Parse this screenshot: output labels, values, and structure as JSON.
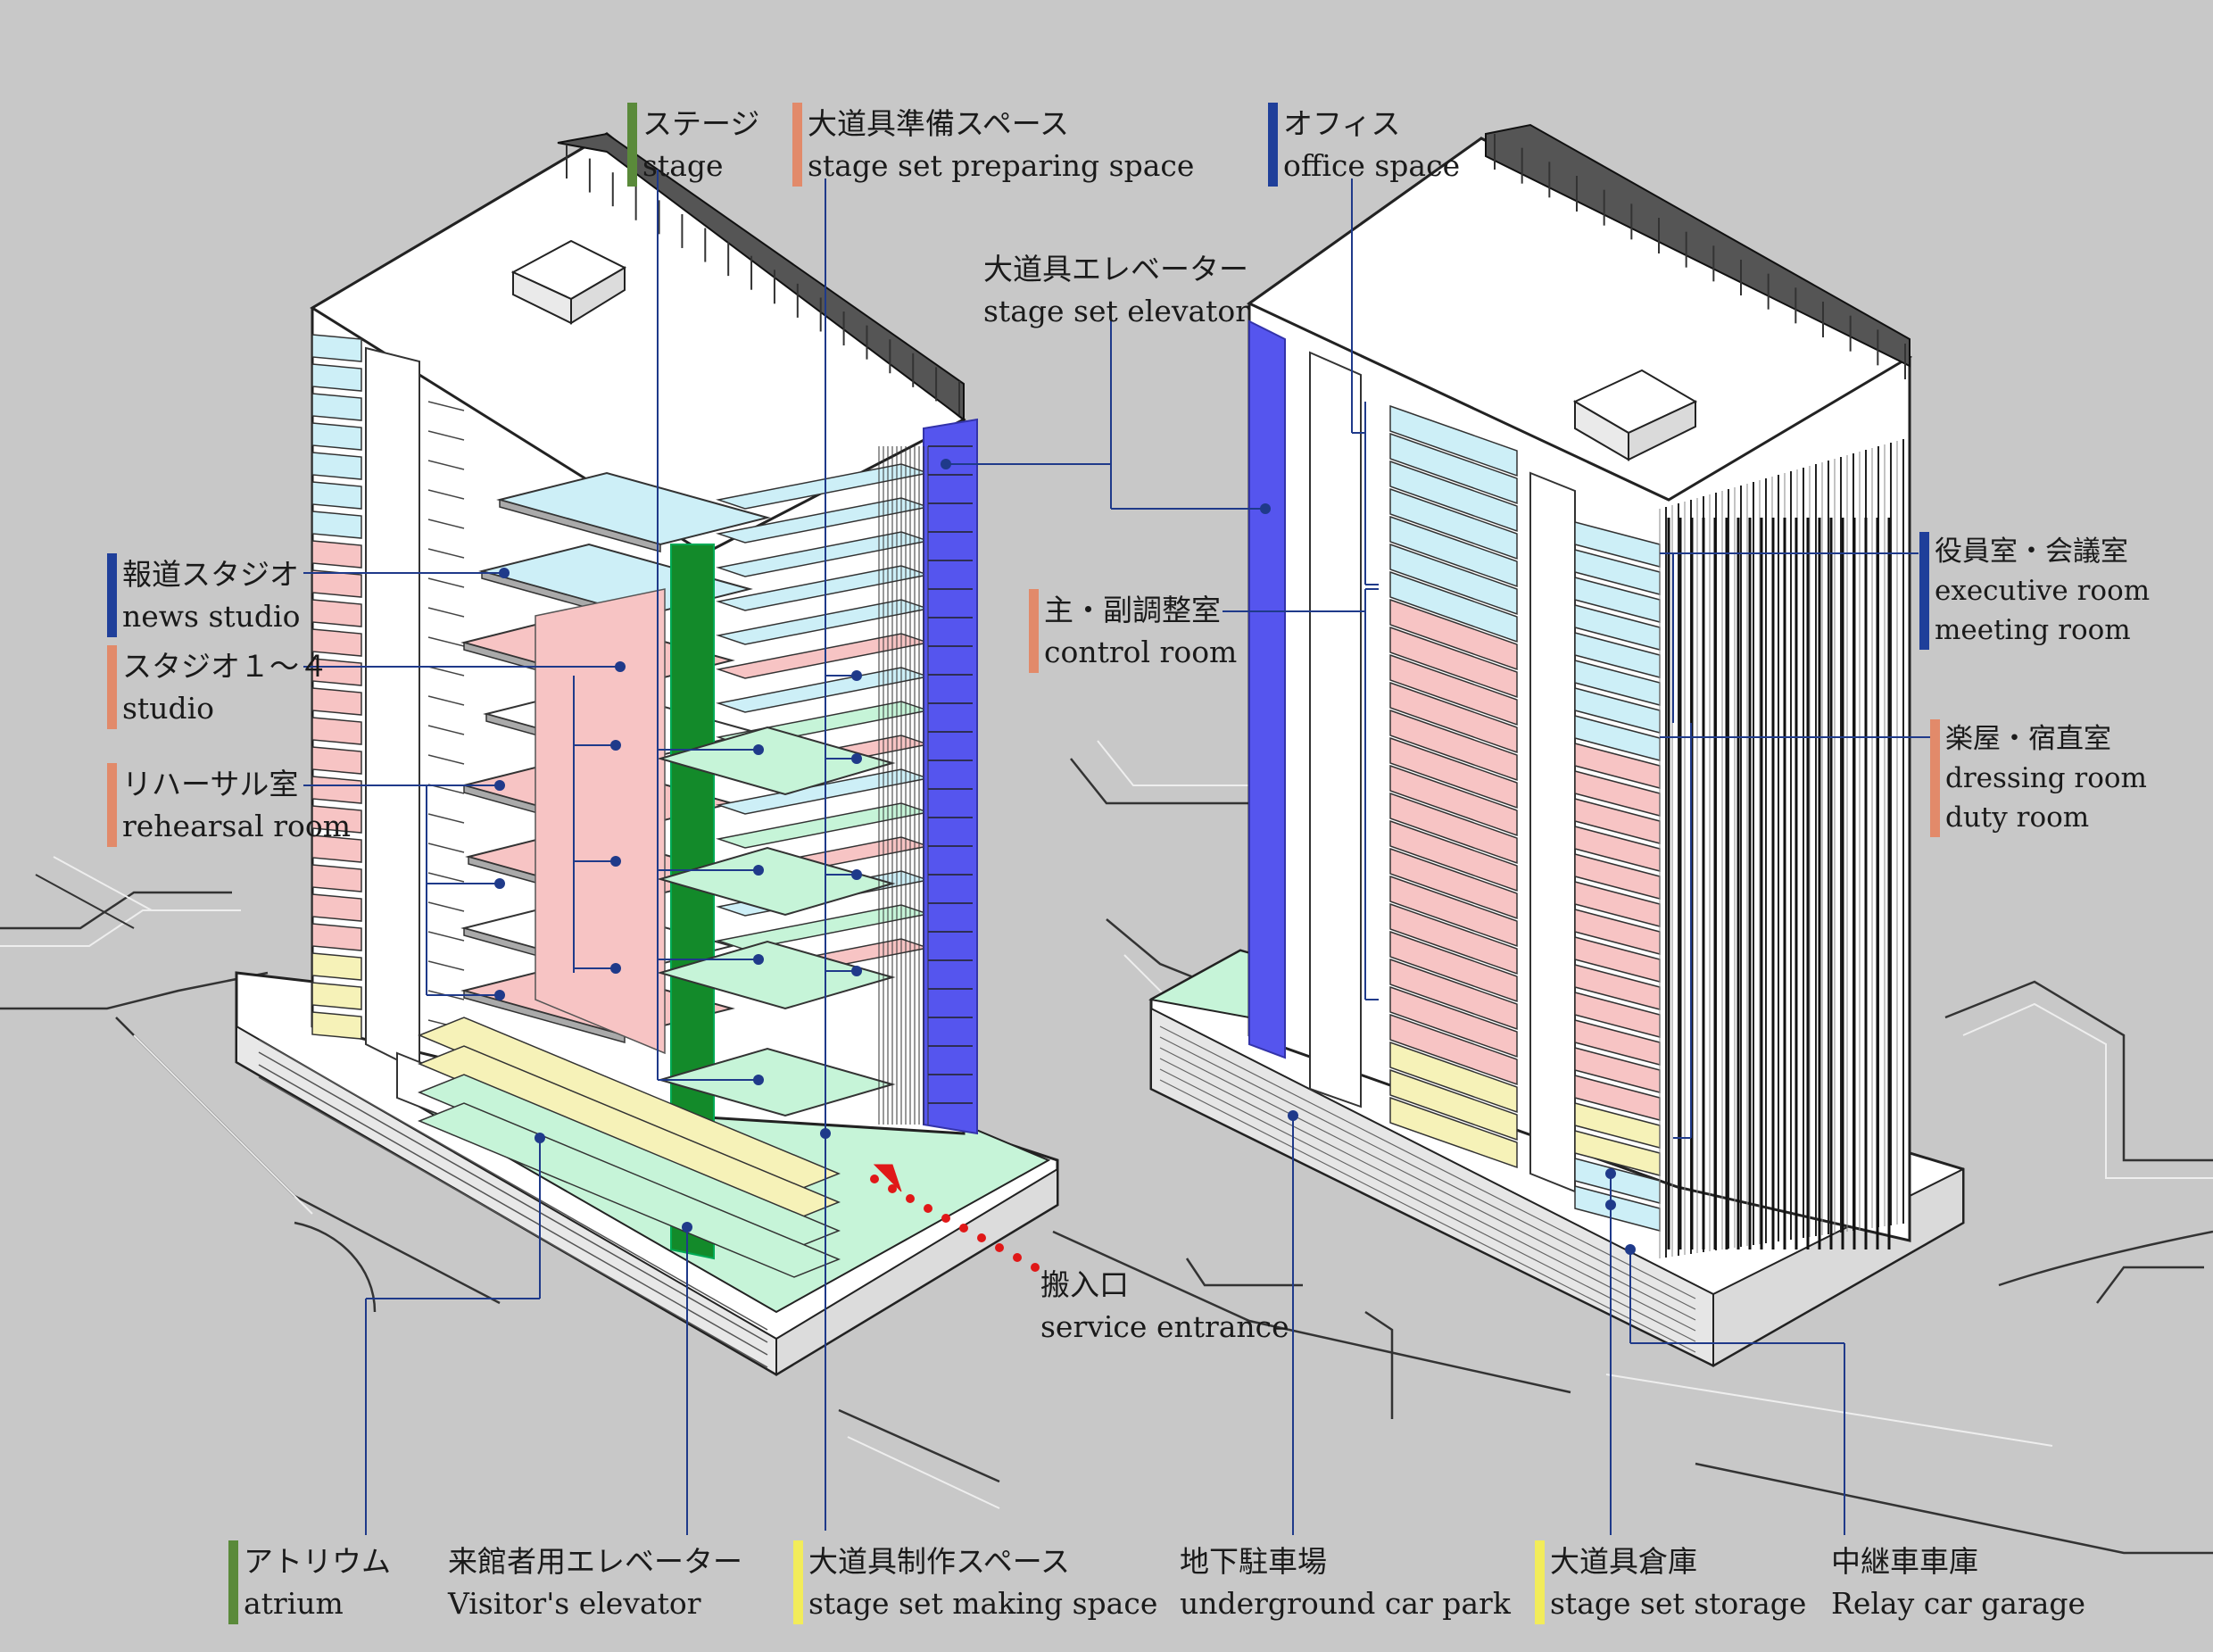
{
  "colors": {
    "background": "#c8c8c8",
    "leader": "#1f3a8a",
    "stage": "#5a8a3a",
    "studio": "#e28a6a",
    "office": "#1f3f9a",
    "storage": "#f2ec5a",
    "floor_blue": "#cdeff7",
    "floor_pink": "#f7c4c4",
    "floor_green": "#c6f4d8",
    "floor_yellow": "#f6f2b8",
    "stage_shaft": "#138a2a",
    "elevator_shaft": "#5555ee",
    "service_arrow": "#e01818"
  },
  "labels": [
    {
      "id": "stage",
      "ja": "ステージ",
      "en": "stage",
      "color": "stage"
    },
    {
      "id": "stage-set-preparing",
      "ja": "大道具準備スペース",
      "en": "stage set preparing space",
      "color": "studio"
    },
    {
      "id": "office",
      "ja": "オフィス",
      "en": "office space",
      "color": "office"
    },
    {
      "id": "stage-set-elevator",
      "ja": "大道具エレベーター",
      "en": "stage set elevator",
      "color": null
    },
    {
      "id": "news-studio",
      "ja": "報道スタジオ",
      "en": "news studio",
      "color": "office"
    },
    {
      "id": "studio",
      "ja": "スタジオ１～４",
      "en": "studio",
      "color": "studio"
    },
    {
      "id": "rehearsal",
      "ja": "リハーサル室",
      "en": "rehearsal room",
      "color": "studio"
    },
    {
      "id": "control",
      "ja": "主・副調整室",
      "en": "control room",
      "color": "studio"
    },
    {
      "id": "executive",
      "ja": "役員室・会議室",
      "en": "executive room",
      "en2": "meeting room",
      "color": "office"
    },
    {
      "id": "dressing",
      "ja": "楽屋・宿直室",
      "en": "dressing room",
      "en2": "duty room",
      "color": "studio"
    },
    {
      "id": "service-entrance",
      "ja": "搬入口",
      "en": "service entrance",
      "color": null
    },
    {
      "id": "atrium",
      "ja": "アトリウム",
      "en": "atrium",
      "color": "stage"
    },
    {
      "id": "visitor-elevator",
      "ja": "来館者用エレベーター",
      "en": "Visitor's elevator",
      "color": null
    },
    {
      "id": "stage-set-making",
      "ja": "大道具制作スペース",
      "en": "stage set making space",
      "color": "storage"
    },
    {
      "id": "car-park",
      "ja": "地下駐車場",
      "en": "underground car park",
      "color": null
    },
    {
      "id": "storage",
      "ja": "大道具倉庫",
      "en": "stage set storage",
      "color": "storage"
    },
    {
      "id": "relay-garage",
      "ja": "中継車車庫",
      "en": "Relay car garage",
      "color": null
    }
  ]
}
